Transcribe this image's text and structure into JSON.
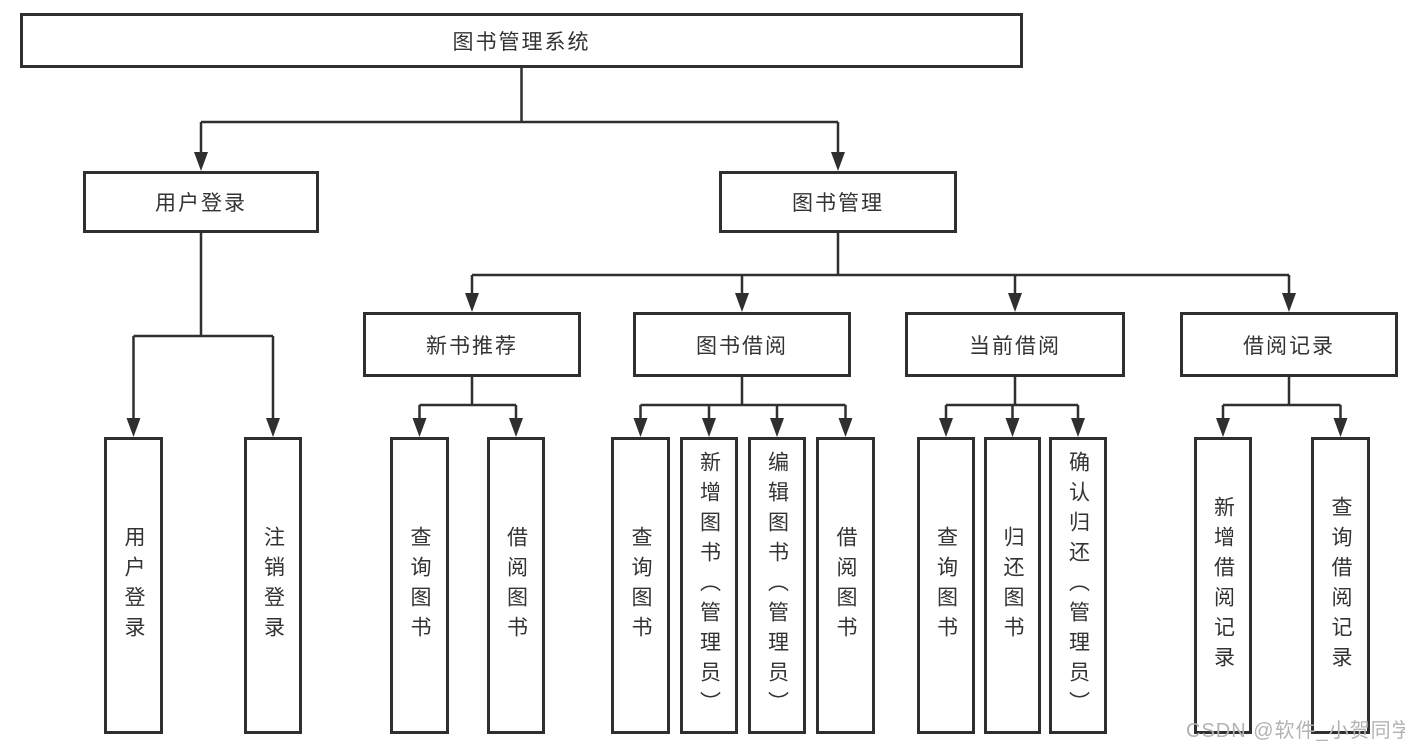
{
  "tree": {
    "label": "图书管理系统",
    "children": [
      {
        "label": "用户登录",
        "children": [
          {
            "label": "用户登录"
          },
          {
            "label": "注销登录"
          }
        ]
      },
      {
        "label": "图书管理",
        "children": [
          {
            "label": "新书推荐",
            "children": [
              {
                "label": "查询图书"
              },
              {
                "label": "借阅图书"
              }
            ]
          },
          {
            "label": "图书借阅",
            "children": [
              {
                "label": "查询图书"
              },
              {
                "label": "新增图书（管理员）"
              },
              {
                "label": "编辑图书（管理员）"
              },
              {
                "label": "借阅图书"
              }
            ]
          },
          {
            "label": "当前借阅",
            "children": [
              {
                "label": "查询图书"
              },
              {
                "label": "归还图书"
              },
              {
                "label": "确认归还（管理员）"
              }
            ]
          },
          {
            "label": "借阅记录",
            "children": [
              {
                "label": "新增借阅记录"
              },
              {
                "label": "查询借阅记录"
              }
            ]
          }
        ]
      }
    ]
  },
  "watermark": {
    "text": "CSDN @软件_小贺同学"
  },
  "colors": {
    "line_color": "#2f2f2f",
    "text_color": "#333333",
    "bg_color": "#ffffff",
    "watermark_color": "#b3b3b3"
  }
}
